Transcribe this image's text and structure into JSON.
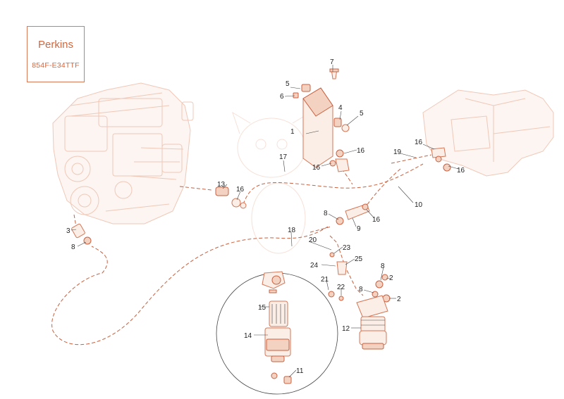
{
  "header": {
    "brand": "Perkins",
    "model": "854F-E34TTF"
  },
  "colors": {
    "line": "#d1673f",
    "ghost": "#efc8b8",
    "label": "#222222"
  },
  "callouts": [
    "1",
    "2",
    "2",
    "3",
    "4",
    "5",
    "5",
    "6",
    "7",
    "8",
    "8",
    "8",
    "8",
    "9",
    "10",
    "11",
    "12",
    "13",
    "14",
    "15",
    "16",
    "16",
    "16",
    "16",
    "16",
    "16",
    "17",
    "18",
    "19",
    "20",
    "21",
    "22",
    "23",
    "24",
    "25"
  ]
}
